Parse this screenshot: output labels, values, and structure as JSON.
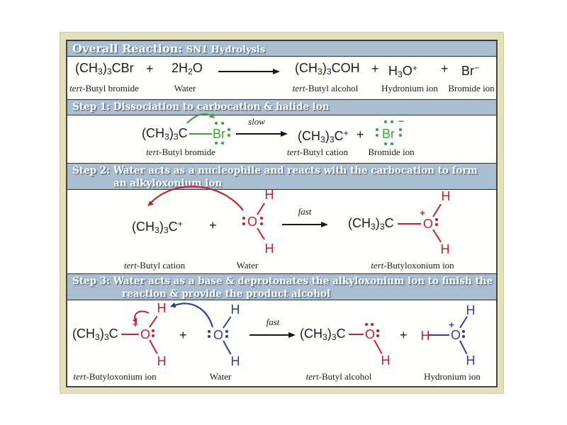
{
  "colors": {
    "accent_green": "#3da33d",
    "accent_red": "#c8202a",
    "accent_blue": "#2f3f9f",
    "header_bg": "#a9bed1",
    "frame_bg": "#e2dfba"
  },
  "title_bar": {
    "title": "Overall Reaction:",
    "subtitle": "SN1 Hydrolysis"
  },
  "overall": {
    "reactant1": {
      "formula": "(CH_3_)_3_CBr",
      "label": "*tert*-Butyl bromide"
    },
    "plus": "+",
    "reactant2": {
      "formula": "2H_2_O",
      "label": "Water"
    },
    "product1": {
      "formula": "(CH_3_)_3_COH",
      "label": "*tert*-Butyl alcohol"
    },
    "product2": {
      "formula": "H_3_O^+^",
      "label": "Hydronium ion"
    },
    "product3": {
      "formula": "Br^−^",
      "label": "Bromide ion"
    }
  },
  "step1": {
    "header": "Step 1: Dissociation to carbocation & halide ion",
    "rate": "slow",
    "reactant": {
      "alkyl": "(CH_3_)_3_C",
      "halogen": "Br",
      "label": "*tert*-Butyl bromide"
    },
    "cation": {
      "formula": "(CH_3_)_3_C^+^",
      "label": "*tert*-Butyl cation"
    },
    "plus": "+",
    "bromide": {
      "atom": "Br",
      "charge": "−",
      "label": "Bromide ion"
    }
  },
  "step2": {
    "header_line1": "Step 2: Water acts as a nucleophile and reacts with the carbocation to form",
    "header_line2": "an alkyloxonium ion",
    "cation": {
      "formula": "(CH_3_)_3_C^+^",
      "label": "*tert*-Butyl cation"
    },
    "plus": "+",
    "water": {
      "oxygen": "O",
      "hydrogen_top": "H",
      "hydrogen_bottom": "H",
      "label": "Water"
    },
    "rate": "fast",
    "oxonium": {
      "alkyl": "(CH_3_)_3_C",
      "oxygen": "O",
      "charge": "+",
      "hydrogen_top": "H",
      "hydrogen_bottom": "H",
      "label": "*tert*-Butyloxonium ion"
    }
  },
  "step3": {
    "header_line1": "Step 3: Water acts as a base & deprotonates the alkyloxonium ion to finish the",
    "header_line2": "reaction & provide the product alcohol",
    "oxonium": {
      "alkyl": "(CH_3_)_3_C",
      "oxygen": "O",
      "charge": "+",
      "hydrogen_top": "H",
      "hydrogen_bottom": "H",
      "label": "*tert*-Butyloxonium ion"
    },
    "plus1": "+",
    "water": {
      "oxygen": "O",
      "hydrogen_top": "H",
      "hydrogen_bottom": "H",
      "label": "Water"
    },
    "rate": "fast",
    "alcohol": {
      "alkyl": "(CH_3_)_3_C",
      "oxygen": "O",
      "hydrogen": "H",
      "label": "*tert*-Butyl alcohol"
    },
    "plus2": "+",
    "hydronium": {
      "hydrogen_left": "H",
      "oxygen": "O",
      "charge": "+",
      "hydrogen_top": "H",
      "hydrogen_bottom": "H",
      "label": "Hydronium ion"
    }
  }
}
